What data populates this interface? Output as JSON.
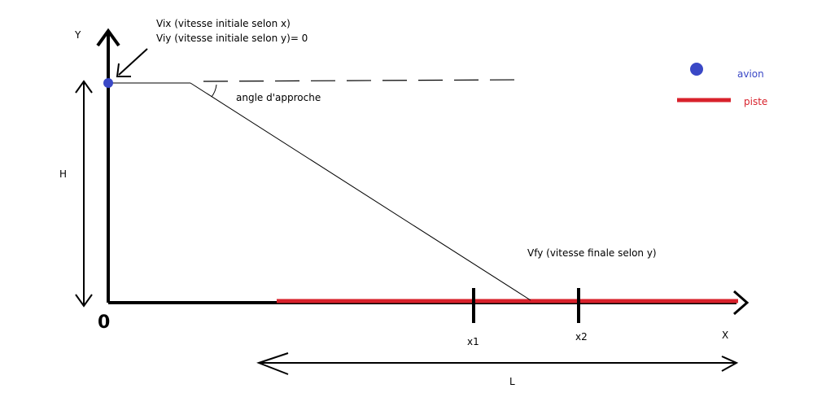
{
  "axes": {
    "y_label": "Y",
    "x_label": "X",
    "origin_label": "0"
  },
  "labels": {
    "vix": "Vix (vitesse initiale selon x)",
    "viy": "Viy (vitesse initiale selon y)= 0",
    "angle": "angle d'approche",
    "height": "H",
    "vfy": "Vfy (vitesse finale selon y)",
    "x1": "x1",
    "x2": "x2",
    "length": "L"
  },
  "legend": {
    "plane": "avion",
    "runway": "piste"
  },
  "colors": {
    "plane": "#3a48c6",
    "runway": "#d8212b",
    "ink": "#000000"
  }
}
